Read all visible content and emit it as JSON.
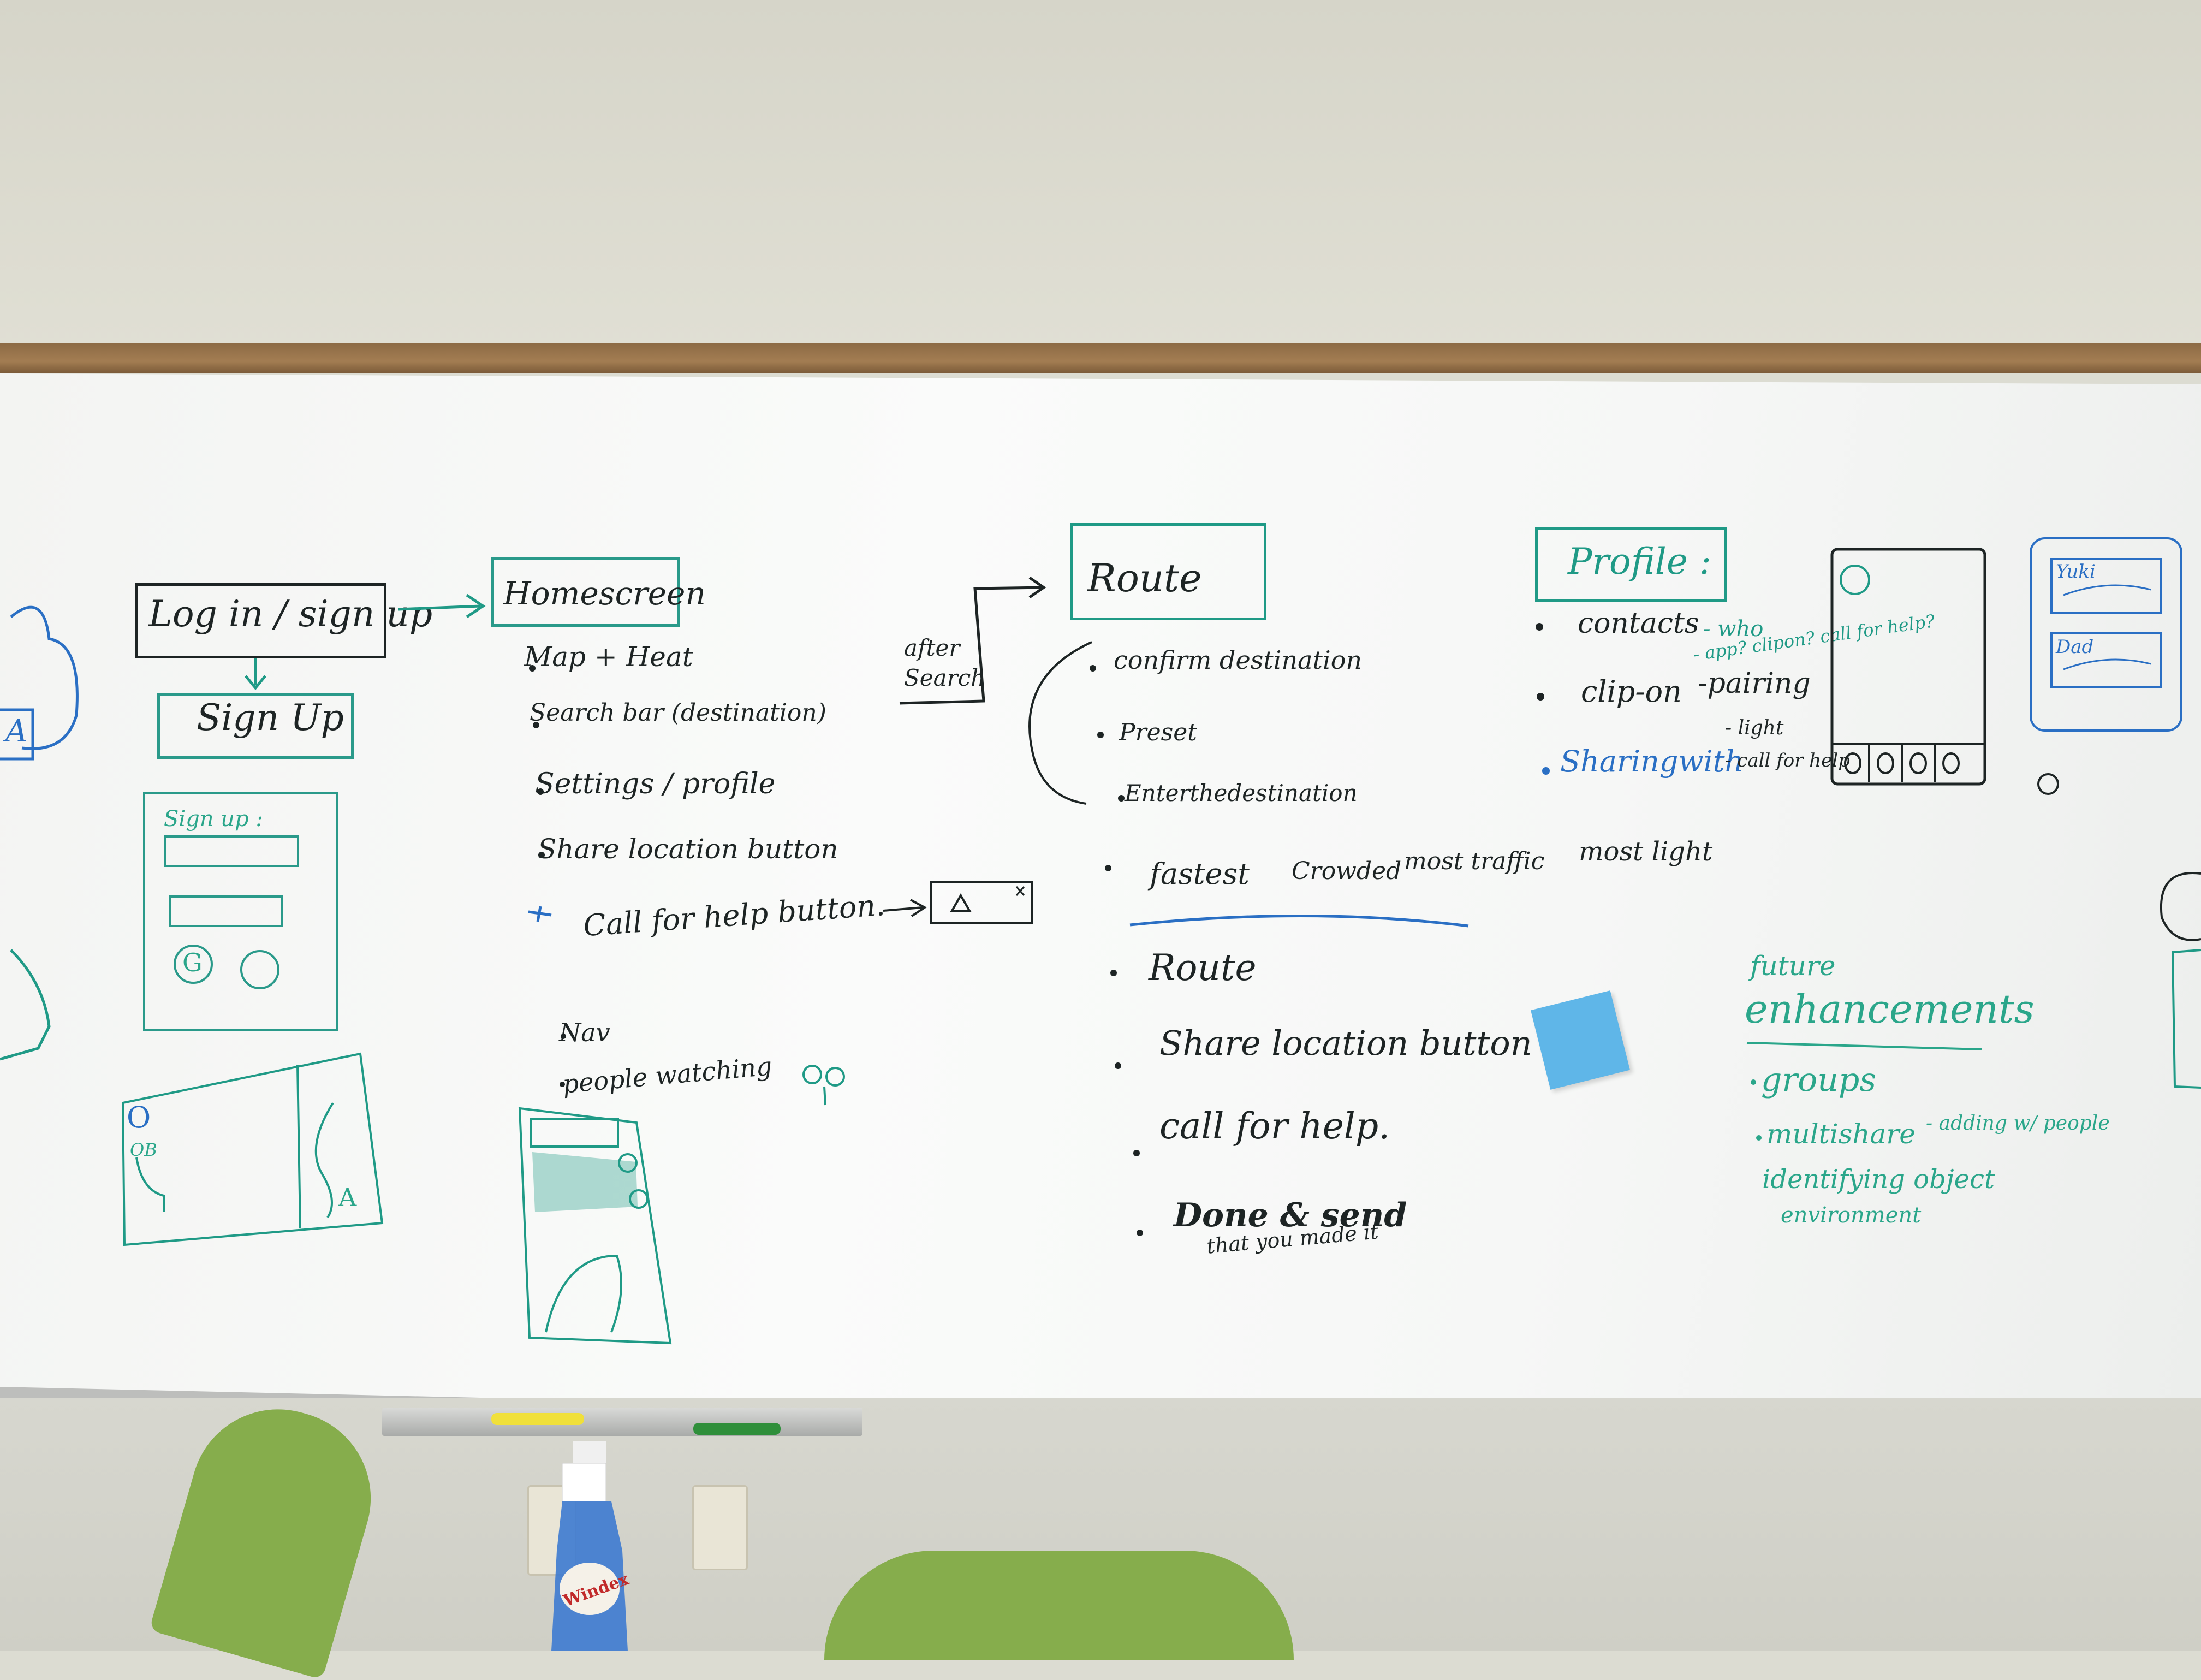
{
  "whiteboard": {
    "login": {
      "title": "Log in / sign up",
      "signup_box": "Sign Up",
      "signup_form_label": "Sign up :",
      "google_btn": "G"
    },
    "homescreen": {
      "title": "Homescreen",
      "items": [
        "Map + Heat",
        "Search bar (destination)",
        "Settings / profile",
        "Share location button",
        "Call for help button.",
        "Nav",
        "people watching"
      ]
    },
    "after_search": "after Search",
    "route": {
      "title": "Route",
      "items": [
        "confirm destination",
        "Preset",
        "Enterthedestination"
      ],
      "options": [
        "fastest",
        "Crowded",
        "most traffic",
        "most light"
      ],
      "items2": [
        "Route",
        "Share location button",
        "call for help.",
        "Done & send"
      ],
      "done_note": "that you made it"
    },
    "profile": {
      "title": "Profile :",
      "contacts": "contacts",
      "contacts_note": "- who",
      "contacts_note2": "- app? clipon? call for help?",
      "clip_on": "clip-on",
      "clip_on_note": "-pairing",
      "sharing": "Sharingwith",
      "sharing_note1": "- light",
      "sharing_note2": "- call for help"
    },
    "cards": [
      "Yuki",
      "Dad"
    ],
    "future": {
      "title_1": "future",
      "title_2": "enhancements",
      "items": [
        "groups",
        "multishare",
        "identifying object"
      ],
      "multishare_note": "- adding w/ people",
      "identifying_note": "environment"
    },
    "margin_marks": [
      "A",
      "O",
      "OB",
      "A"
    ]
  },
  "scene": {
    "bottle_label": "Windex"
  },
  "colors": {
    "black_marker": "#1d2424",
    "teal_marker": "#1f9a86",
    "blue_marker": "#2a6fc4",
    "green_marker": "#2aa68a",
    "sticky_note": "#5fb6e8",
    "chair": "#86ad4c"
  }
}
